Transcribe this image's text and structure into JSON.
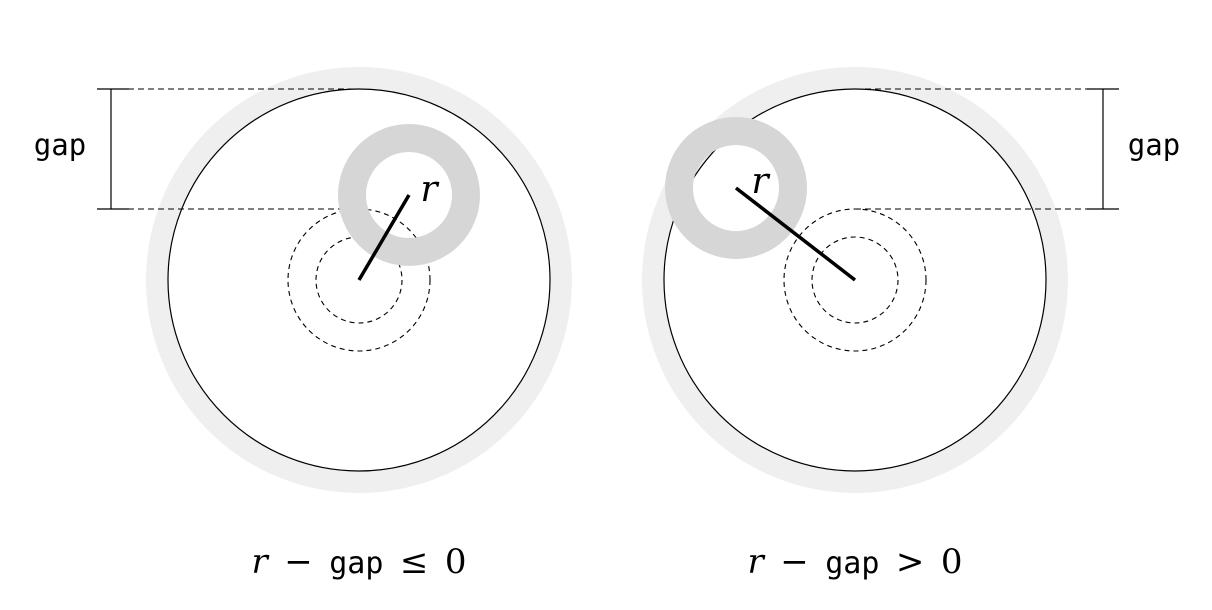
{
  "colors": {
    "outer_ring": "#efefef",
    "probe_ring": "#d6d6d6",
    "stroke": "#000000",
    "background": "#ffffff"
  },
  "left_panel": {
    "gap_label": "gap",
    "r_label": "r",
    "caption": {
      "r": "r",
      "minus": "−",
      "gap": "gap",
      "relation": "≤",
      "value": "0"
    }
  },
  "right_panel": {
    "gap_label": "gap",
    "r_label": "r",
    "caption": {
      "r": "r",
      "minus": "−",
      "gap": "gap",
      "relation": ">",
      "value": "0"
    }
  }
}
